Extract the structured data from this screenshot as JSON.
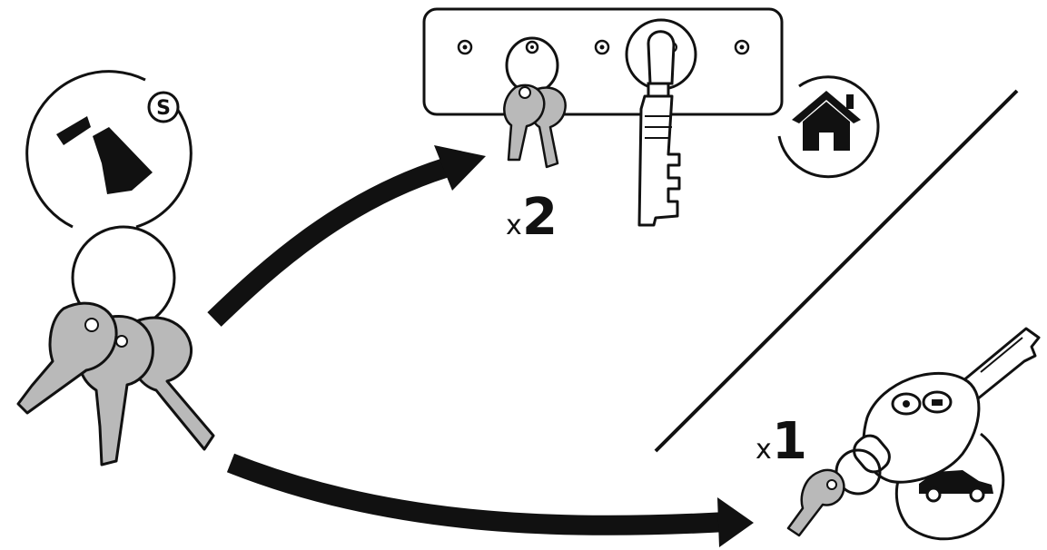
{
  "colors": {
    "stroke": "#111111",
    "key_fill": "#b9b9b9",
    "background": "#ffffff"
  },
  "icons": {
    "wear_indicator": "worn-key-blade-icon",
    "coin_marker": "s-coin-icon",
    "home": "house-icon",
    "car": "car-icon"
  },
  "home_group": {
    "quantity_prefix": "x",
    "quantity_value": "2"
  },
  "car_group": {
    "quantity_prefix": "x",
    "quantity_value": "1"
  },
  "coin_letter": "S"
}
